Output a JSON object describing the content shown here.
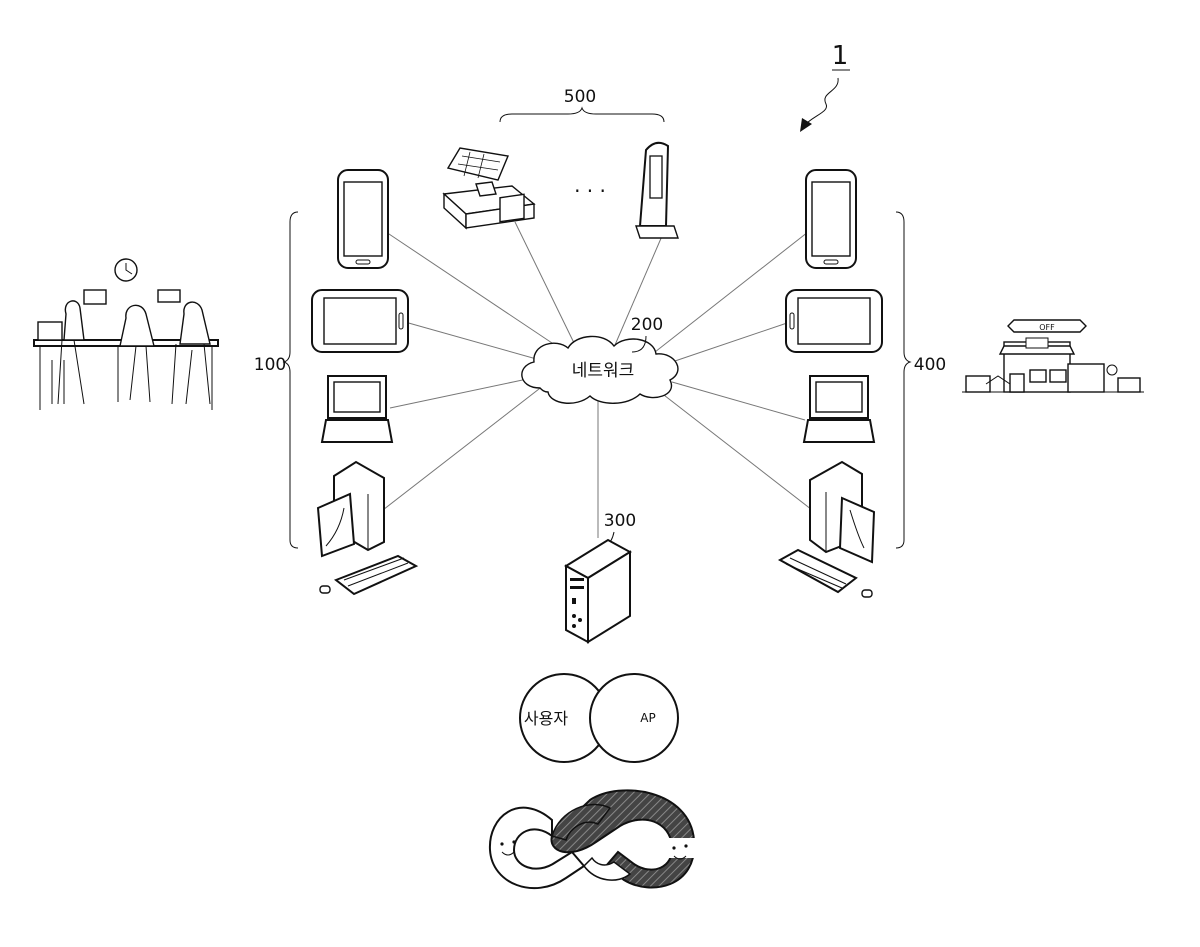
{
  "labels": {
    "system_ref": "1",
    "pos_group_ref": "500",
    "network_ref": "200",
    "network_label": "네트워크",
    "server_ref": "300",
    "left_group_ref": "100",
    "right_group_ref": "400",
    "ellipsis": "· · ·",
    "venn_user": "사용자",
    "venn_ap": "AP",
    "shop_sign": "OFF"
  },
  "icons": {
    "left_devices": [
      "smartphone-icon",
      "tablet-icon",
      "laptop-icon",
      "desktop-computer-icon"
    ],
    "right_devices": [
      "smartphone-icon",
      "tablet-icon",
      "laptop-icon",
      "desktop-computer-icon"
    ],
    "pos_devices": [
      "pos-terminal-icon",
      "kiosk-icon"
    ],
    "server": "server-tower-icon",
    "left_illustration": "meeting-people-illustration",
    "right_illustration": "storefront-street-illustration",
    "chain": "chain-link-icon"
  }
}
